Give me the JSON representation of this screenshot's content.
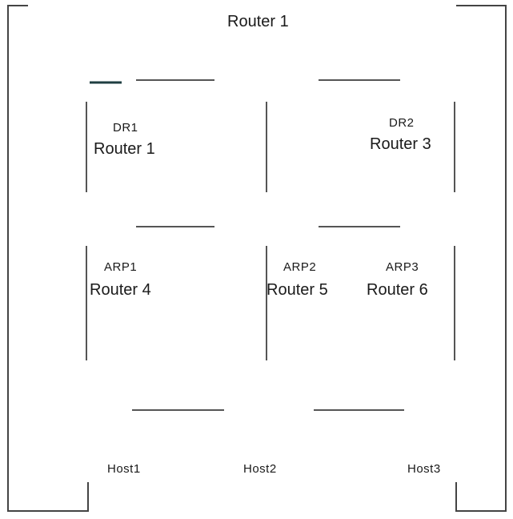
{
  "diagram": {
    "routers": [
      {
        "id": "r-top-left",
        "top_label": "DR1",
        "name": "Router 1"
      },
      {
        "id": "r-top-mid",
        "top_label": "",
        "name": "Router 1"
      },
      {
        "id": "r-top-right",
        "top_label": "DR2",
        "name": "Router 3"
      },
      {
        "id": "r-mid-left",
        "top_label": "ARP1",
        "name": "Router 4"
      },
      {
        "id": "r-mid-mid",
        "top_label": "ARP2",
        "name": "Router 5"
      },
      {
        "id": "r-mid-right",
        "top_label": "ARP3",
        "name": "Router 6"
      }
    ],
    "hosts": [
      {
        "id": "h1",
        "name": "Host1"
      },
      {
        "id": "h2",
        "name": "Host2"
      },
      {
        "id": "h3",
        "name": "Host3"
      }
    ],
    "links": [
      [
        "r-top-left",
        "r-top-mid"
      ],
      [
        "r-top-mid",
        "r-top-right"
      ],
      [
        "r-mid-left",
        "r-mid-mid"
      ],
      [
        "r-mid-mid",
        "r-mid-right"
      ],
      [
        "r-top-left",
        "r-mid-left"
      ],
      [
        "r-top-mid",
        "r-mid-mid"
      ],
      [
        "r-top-right",
        "r-mid-right"
      ],
      [
        "r-mid-left",
        "h1"
      ],
      [
        "r-mid-mid",
        "h2"
      ],
      [
        "r-mid-right",
        "h3"
      ],
      [
        "h1",
        "h2"
      ],
      [
        "h2",
        "h3"
      ]
    ],
    "colors": {
      "router_body": "#3d8c92",
      "router_top": "#b9dfe3",
      "host_body": "#3f4a9c",
      "host_screen": "#dde3f2",
      "link": "#555555"
    }
  }
}
